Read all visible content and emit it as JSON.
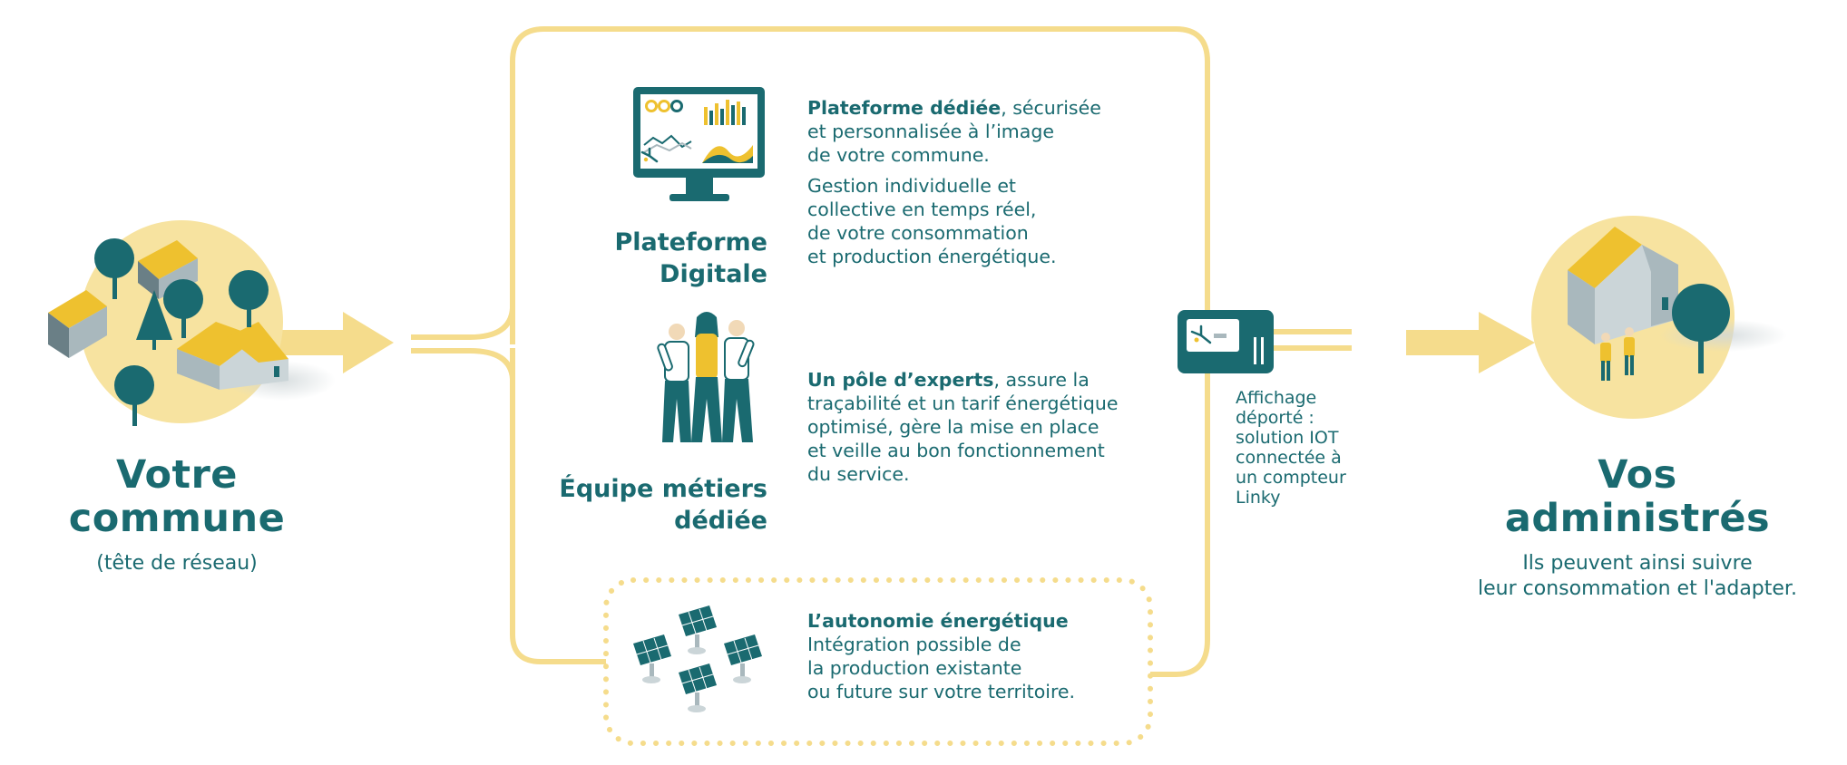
{
  "left": {
    "title_line1": "Votre",
    "title_line2": "commune",
    "subtitle": "(tête de réseau)"
  },
  "platform": {
    "title_line1": "Plateforme",
    "title_line2": "Digitale",
    "desc_bold": "Plateforme dédiée",
    "desc_rest": ", sécurisée",
    "desc_line2": "et personnalisée à l’image",
    "desc_line3": "de votre commune.",
    "desc2_line1": "Gestion individuelle et",
    "desc2_line2": "collective en temps réel,",
    "desc2_line3": "de votre consommation",
    "desc2_line4": "et production énergétique."
  },
  "team": {
    "title_line1": "Équipe métiers",
    "title_line2": "dédiée",
    "desc_bold": "Un pôle d’experts",
    "desc_rest": ", assure la",
    "desc_line2": "traçabilité et un tarif énergétique",
    "desc_line3": "optimisé, gère la mise en place",
    "desc_line4": "et veille au bon fonctionnement",
    "desc_line5": "du service."
  },
  "autonomy": {
    "title": "L’autonomie énergétique",
    "line1": "Intégration possible de",
    "line2": "la production existante",
    "line3": "ou future sur votre territoire."
  },
  "iot": {
    "line1": "Affichage",
    "line2": "déporté :",
    "line3": "solution IOT",
    "line4": "connectée à",
    "line5": "un compteur",
    "line6": "Linky"
  },
  "right": {
    "title_line1": "Vos",
    "title_line2": "administrés",
    "subtitle_line1": "Ils peuvent ainsi suivre",
    "subtitle_line2": "leur consommation et l'adapter."
  },
  "colors": {
    "teal": "#1a6a70",
    "yellow": "#f5dc8c",
    "yellow_dark": "#eec12f",
    "grey": "#a9b8bd"
  }
}
